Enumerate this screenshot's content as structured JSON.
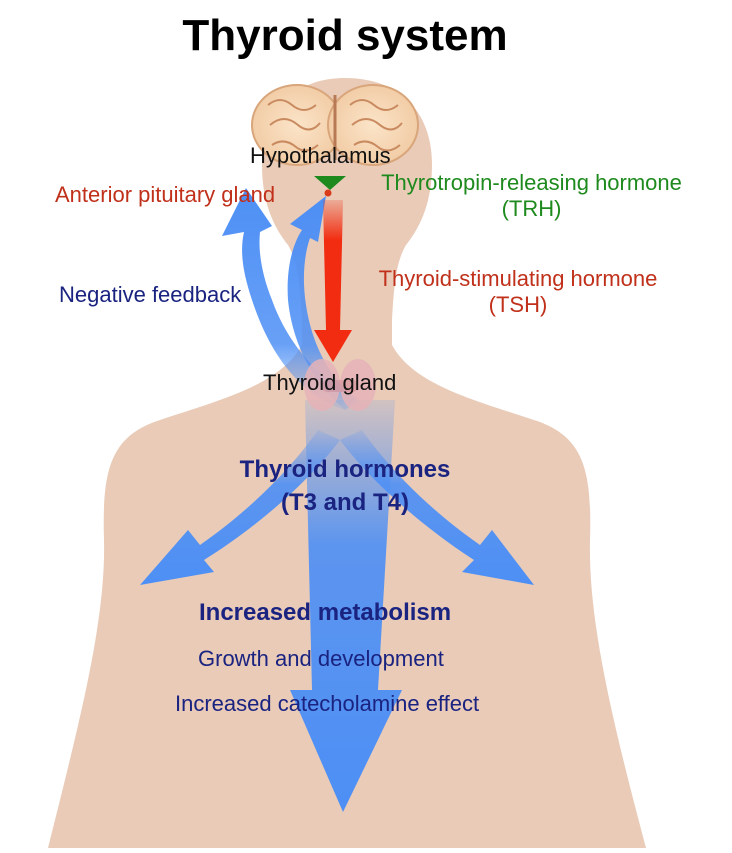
{
  "title": "Thyroid system",
  "colors": {
    "skin": "#e9cbb8",
    "feedback_arrow": "#4d8ff5",
    "tsh_arrow": "#f22c10",
    "trh_text": "#1e8a1e",
    "red_text": "#c0301a",
    "navy_text": "#1a2380",
    "black_text": "#111111"
  },
  "labels": {
    "hypothalamus": "Hypothalamus",
    "anterior_pituitary": "Anterior pituitary gland",
    "trh_line1": "Thyrotropin-releasing hormone",
    "trh_line2": "(TRH)",
    "tsh_line1": "Thyroid-stimulating hormone",
    "tsh_line2": "(TSH)",
    "negative_feedback": "Negative feedback",
    "thyroid_gland": "Thyroid gland",
    "hormones_line1": "Thyroid hormones",
    "hormones_line2": "(T3 and T4)",
    "effect_1": "Increased metabolism",
    "effect_2": "Growth and development",
    "effect_3": "Increased catecholamine effect"
  },
  "icons": {
    "brain": "brain-illustration",
    "thyroid": "thyroid-gland-illustration",
    "pituitary": "pituitary-dot"
  }
}
